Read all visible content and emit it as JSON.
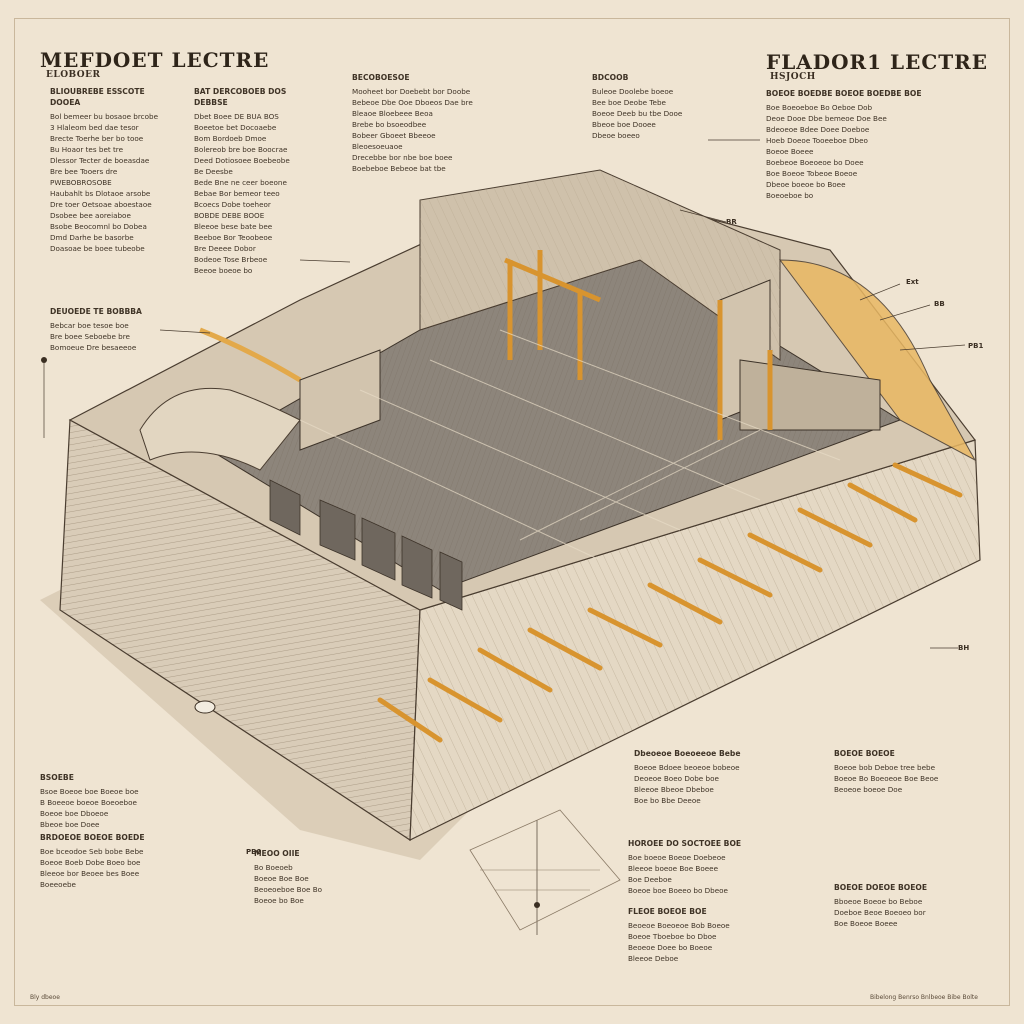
{
  "titles": {
    "left": "MEFDOET LECTRE",
    "right": "FLADOR1 LECTRE",
    "left_sub": "ELOBOER",
    "right_sub": "HSJOCH"
  },
  "blocks": {
    "col1": {
      "head": "BLIOUBREBE ESSCOTE DOOEA",
      "lines": [
        "Bol bemeer bu bosaoe brcobe",
        "3 Hlaleom bed dae tesor",
        "Brecte Toerhe ber bo tooe",
        "Bu Hoaor tes bet tre",
        "Dlessor Tecter de boeasdae",
        "Bre bee Tooers dre",
        "PWEBOBROSOBE",
        "Haubahlt bs Dlotaoe arsobe",
        "Dre toer Oetsoae aboestaoe",
        "Dsobee bee aoreiaboe",
        "Bsobe Beocomnl bo Dobea",
        "Dmd Darhe be basorbe",
        "Doasoae be boee tubeobe"
      ]
    },
    "col1b": {
      "head": "DEUOEDE TE BOBBBA",
      "lines": [
        "Bebcar boe tesoe boe",
        "Bre boee Seboebe bre",
        "Bomoeue Dre besaeeoe"
      ]
    },
    "col2": {
      "head": "BAT DERCOBOEB DOS DEBBSE",
      "lines": [
        "Dbet Boee DE BUA BOS",
        "Boeetoe bet Docoaebe",
        "Bom Bordoeb Dmoe",
        "Bolereob bre boe Boocrae",
        "Deed Dotiosoee Boebeobe",
        "Be Deesbe",
        "Bede Bne ne ceer boeone",
        "Bebae Bor bemeor teeo",
        "Bcoecs Dobe toeheor",
        "BOBDE DEBE BOOE",
        "Bleeoe bese bate bee",
        "Beeboe Bor Teoobeoe",
        "Bre Deeee Dobor",
        "Bodeoe Tose Brbeoe",
        "Beeoe boeoe bo"
      ]
    },
    "col3": {
      "head": "BECOBOESOE",
      "lines": [
        "Mooheet bor Doebebt bor Doobe",
        "Bebeoe Dbe Ooe Dboeos Dae bre",
        "Bleaoe Bloebeee Beoa",
        "Brebe bo bsoeodbee",
        "Bobeer Gboeet Bbeeoe",
        "Bleoesoeuaoe",
        "Drecebbe bor nbe boe boee",
        "Boebeboe Bebeoe bat tbe"
      ]
    },
    "col4": {
      "head": "BDCOOB",
      "lines": [
        "Buleoe Doolebe boeoe",
        "Bee boe Deobe Tebe",
        "Boeoe Deeb bu tbe Dooe",
        "Bbeoe boe Dooee",
        "Dbeoe boeeo"
      ]
    },
    "col5": {
      "head": "BOEOE BOEDBE BOEOE BOEDBE BOE",
      "lines": [
        "Boe Boeoeboe Bo Oeboe Dob",
        "Deoe Dooe Dbe bemeoe Doe Bee",
        "Bdeoeoe Bdee Doee Doeboe",
        "Hoeb Doeoe Tooeeboe Dbeo",
        "Boeoe Boeee",
        "Boebeoe Boeoeoe bo Doee",
        "Boe Boeoe Tobeoe Boeoe",
        "Dbeoe boeoe bo Boee",
        "Boeoeboe bo"
      ]
    },
    "col6": {
      "head": "BSOEBE",
      "lines": [
        "Bsoe Boeoe boe Boeoe boe",
        "B Boeeoe boeoe Boeoeboe",
        "Boeoe boe Dboeoe",
        "Bbeoe boe Doee"
      ]
    },
    "col7": {
      "head": "BRDOEOE BOEOE BOEDE",
      "lines": [
        "Boe bceodoe Seb bobe Bebe",
        "Boeoe Boeb Dobe Boeo boe",
        "Bleeoe bor Beoee bes Boee",
        "Boeeoebe"
      ]
    },
    "col8": {
      "head": "Dbeoeoe Boeoeeoe Bebe",
      "lines": [
        "Boeoe Bdoee beoeoe bobeoe",
        "Deoeoe Boeo Dobe boe",
        "Bleeoe Bbeoe Dbeboe",
        "Boe bo Bbe Deeoe"
      ]
    },
    "col9": {
      "head": "HOROEE DO SOCTOEE BOE",
      "lines": [
        "Boe boeoe Boeoe Doebeoe",
        "Bleeoe boeoe Boe Boeee",
        "Boe Deeboe",
        "Boeoe boe Boeeo bo Dbeoe"
      ]
    },
    "col10": {
      "head": "FLEOE BOEOE BOE",
      "lines": [
        "Beoeoe Boeoeoe Bob Boeoe",
        "Boeoe Tboeboe bo Dboe",
        "Beoeoe Doee bo Boeoe",
        "Bleeoe Deboe"
      ]
    },
    "col11": {
      "head": "BOEOE BOEOE",
      "lines": [
        "Boeoe bob Deboe tree bebe",
        "Boeoe Bo Boeoeoe Boe Beoe",
        "Beoeoe boeoe Doe"
      ]
    },
    "col12": {
      "head": "BOEOE DOEOE BOEOE",
      "lines": [
        "Bboeoe Boeoe bo Beboe",
        "Doeboe Beoe Boeoeo bor",
        "Boe Boeoe Boeee"
      ]
    },
    "col13": {
      "head": "MEOO OIIE",
      "lines": [
        "Bo Boeoeb",
        "Boeoe Boe Boe",
        "Beoeoeboe Boe Bo",
        "Boeoe bo Boe"
      ]
    }
  },
  "tags": {
    "t1": "BR",
    "t2": "Ext",
    "t3": "BB",
    "t4": "PB1",
    "t5": "BH",
    "t6": "PB0"
  },
  "footer": {
    "left": "Bly dbeoe",
    "right": "Bibelong Benrso Bnlbeoe Bibe Bolte"
  },
  "colors": {
    "paper": "#efe4d2",
    "ink": "#3a2e22",
    "wood": "#e3a94a",
    "stone": "#b9aa96",
    "floor": "#8a8279"
  }
}
